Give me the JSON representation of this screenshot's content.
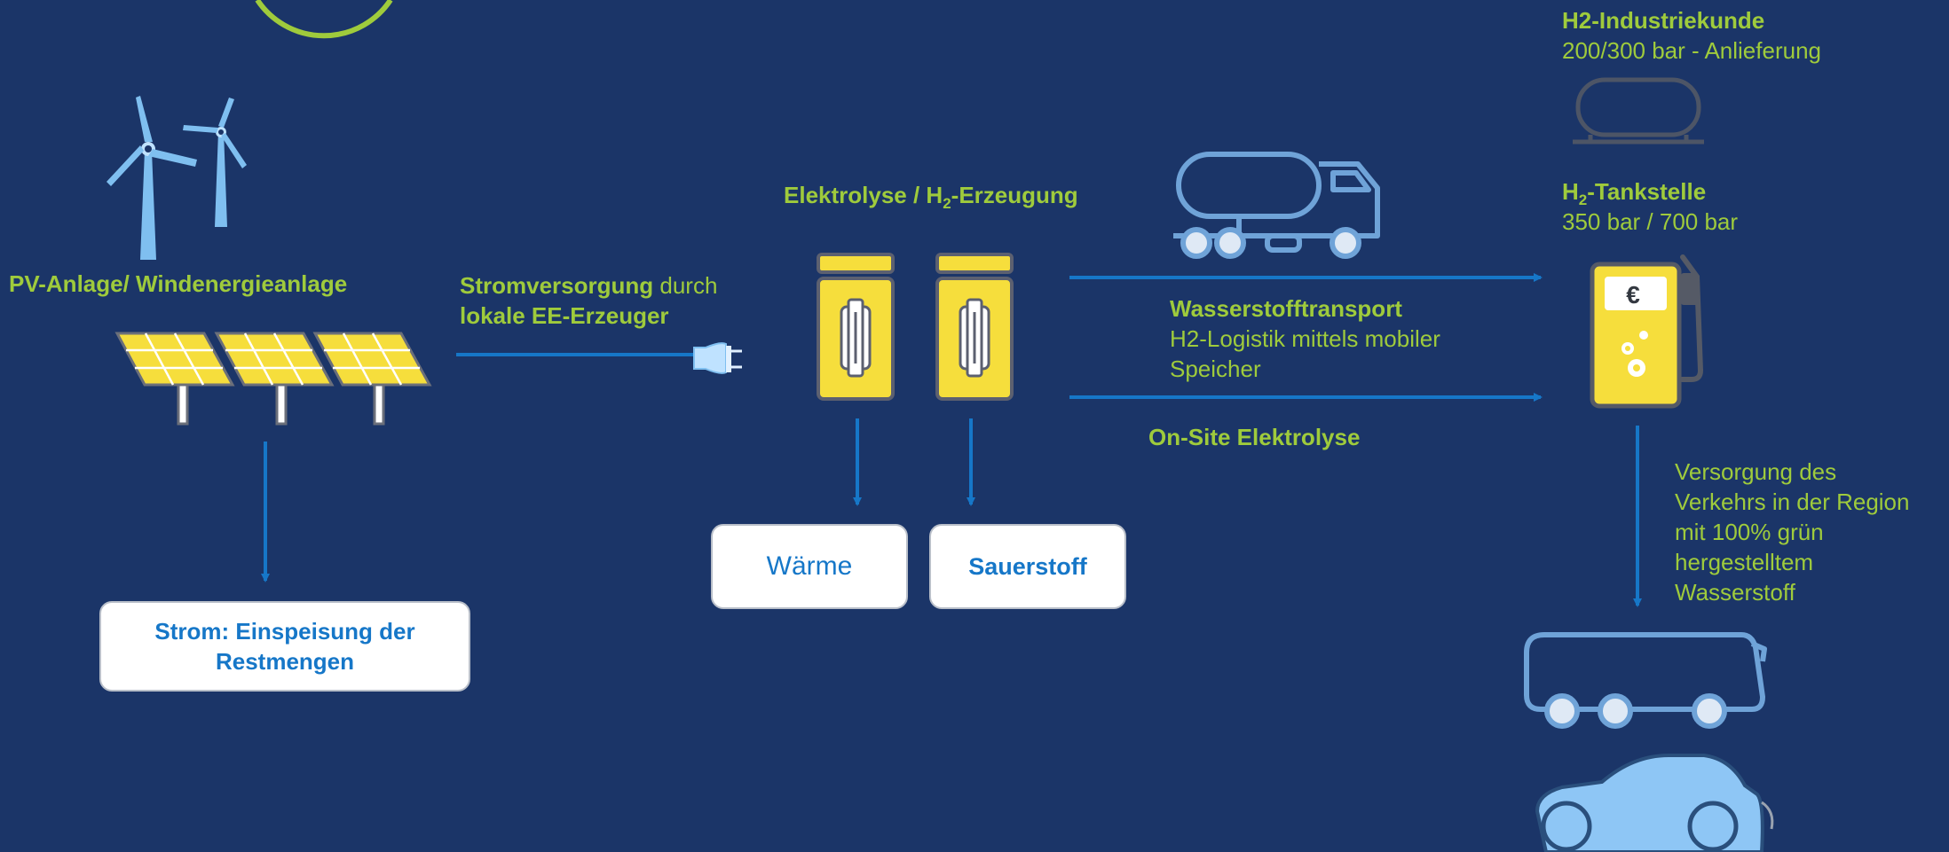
{
  "labels": {
    "pv_wind": "PV-Anlage/ Windenergieanlage",
    "strom_bold": "Stromversorgung",
    "strom_rest": " durch",
    "ee_bold": "lokale EE-Erzeuger",
    "elektrolyse_pre": "Elektrolyse / H",
    "elektrolyse_sub": "2",
    "elektrolyse_post": "-Erzeugung",
    "transport_title": "Wasserstofftransport",
    "transport_line1": "H2-Logistik mittels mobiler",
    "transport_line2": "Speicher",
    "onsite": "On-Site Elektrolyse",
    "industrie_title": "H2-Industriekunde",
    "industrie_sub": "200/300 bar - Anlieferung",
    "tank_pre": "H",
    "tank_sub": "2",
    "tank_post": "-Tankstelle",
    "tank_pressure": "350 bar / 700 bar",
    "versorgung": [
      "Versorgung des",
      "Verkehrs in der Region",
      "mit 100% grün",
      "hergestelltem",
      "Wasserstoff"
    ],
    "euro": "€"
  },
  "boxes": {
    "einspeisung_line1": "Strom: Einspeisung der",
    "einspeisung_line2": "Restmengen",
    "waerme": "Wärme",
    "sauerstoff": "Sauerstoff"
  },
  "colors": {
    "background": "#1b3568",
    "accent_green": "#9fcb3c",
    "arrow_blue": "#1677c8",
    "icon_light_blue": "#6fa3d8",
    "vehicle_fill": "#8ec6f5",
    "yellow": "#f6de3c",
    "grey": "#555a66"
  }
}
